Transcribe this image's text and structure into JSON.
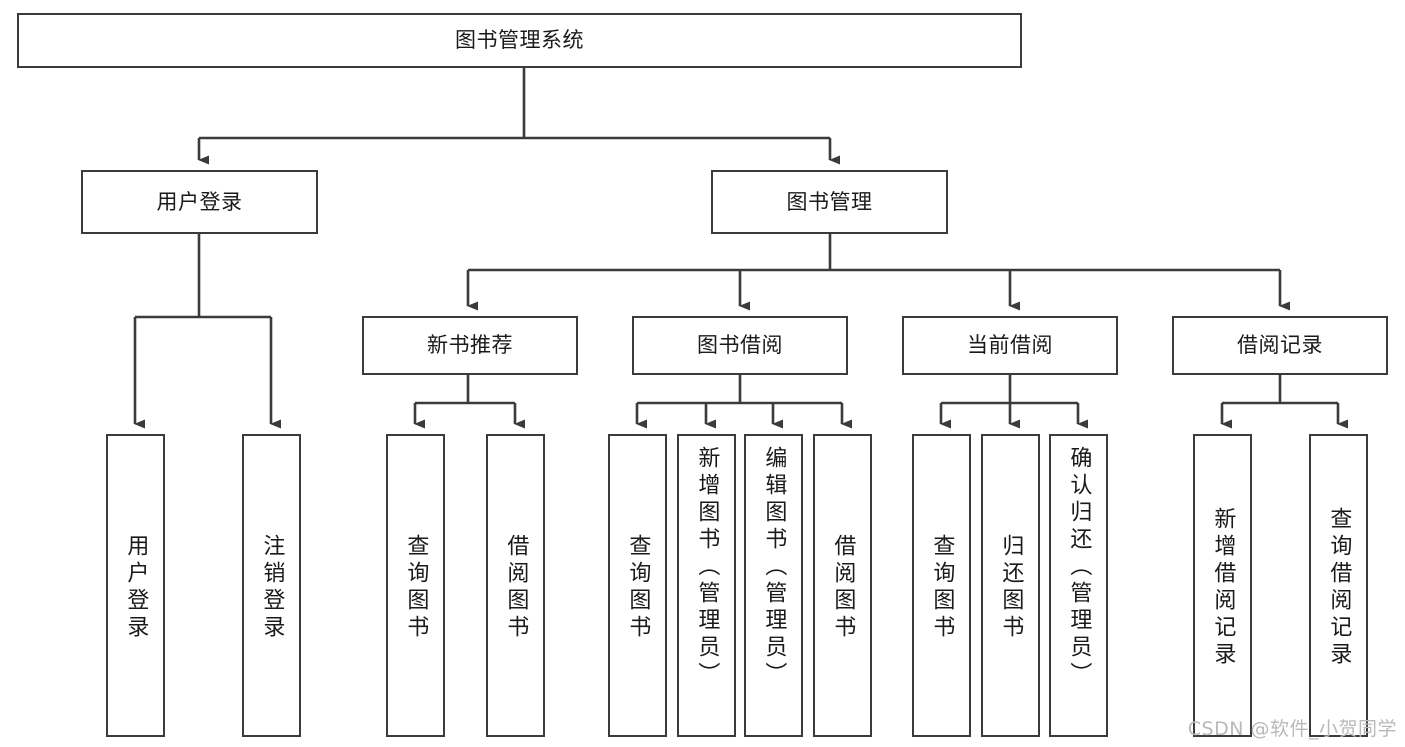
{
  "diagram": {
    "type": "tree-hierarchy",
    "title": "图书管理系统",
    "watermark": "CSDN @软件_小贺同学",
    "colors": {
      "box_border": "#3b3b3b",
      "box_fill": "#ffffff",
      "connector": "#3b3b3b",
      "text": "#1a1a1a",
      "watermark": "#b9b9b9",
      "background": "#ffffff"
    },
    "nodes": {
      "root": {
        "label": "图书管理系统"
      },
      "level2": [
        {
          "id": "user-login",
          "label": "用户登录"
        },
        {
          "id": "book-management",
          "label": "图书管理"
        }
      ],
      "level3": [
        {
          "id": "new-book-recommend",
          "label": "新书推荐"
        },
        {
          "id": "book-borrow",
          "label": "图书借阅"
        },
        {
          "id": "current-borrow",
          "label": "当前借阅"
        },
        {
          "id": "borrow-record",
          "label": "借阅记录"
        }
      ],
      "leaves": {
        "user_login": [
          {
            "id": "leaf-user-login",
            "label": "用户登录"
          },
          {
            "id": "leaf-logout-login",
            "label": "注销登录"
          }
        ],
        "new_book_recommend": [
          {
            "id": "leaf-query-book-1",
            "label": "查询图书"
          },
          {
            "id": "leaf-borrow-book-1",
            "label": "借阅图书"
          }
        ],
        "book_borrow": [
          {
            "id": "leaf-query-book-2",
            "label": "查询图书"
          },
          {
            "id": "leaf-add-book",
            "label": "新增图书（管理员）"
          },
          {
            "id": "leaf-edit-book",
            "label": "编辑图书（管理员）"
          },
          {
            "id": "leaf-borrow-book-2",
            "label": "借阅图书"
          }
        ],
        "current_borrow": [
          {
            "id": "leaf-query-book-3",
            "label": "查询图书"
          },
          {
            "id": "leaf-return-book",
            "label": "归还图书"
          },
          {
            "id": "leaf-confirm-return",
            "label": "确认归还（管理员）"
          }
        ],
        "borrow_record": [
          {
            "id": "leaf-add-record",
            "label": "新增借阅记录"
          },
          {
            "id": "leaf-query-record",
            "label": "查询借阅记录"
          }
        ]
      }
    }
  }
}
